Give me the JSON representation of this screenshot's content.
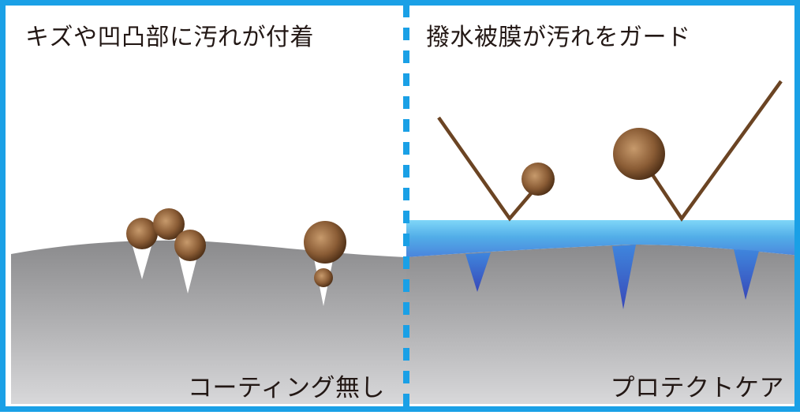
{
  "left_panel": {
    "heading": "キズや凹凸部に汚れが付着",
    "caption": "コーティング無し"
  },
  "right_panel": {
    "heading": "撥水被膜が汚れをガード",
    "caption": "プロテクトケア"
  },
  "colors": {
    "frame": "#1aa0e6",
    "divider": "#1aa0e6",
    "surface_top": "#8a8a8c",
    "surface_bottom": "#d6d6d8",
    "coating_top": "#6ecff6",
    "coating_bottom": "#2f6fd0",
    "dirt": "#7a5230",
    "repel_line": "#6b4423"
  }
}
